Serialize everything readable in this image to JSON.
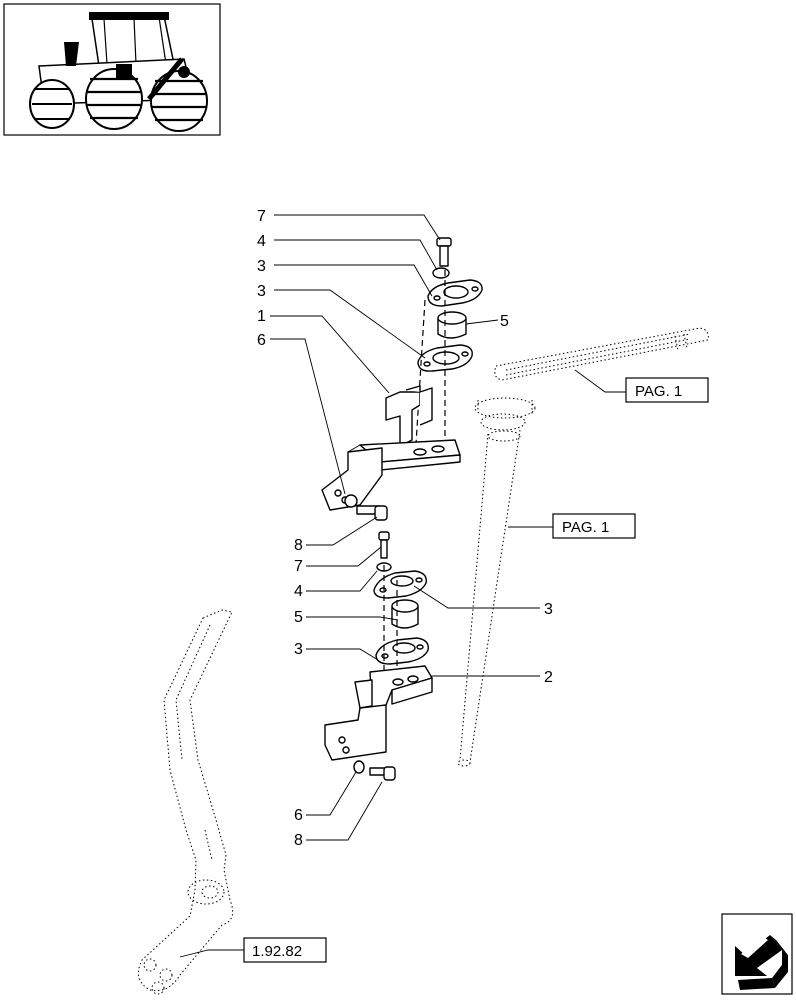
{
  "callouts": {
    "c7a": "7",
    "c4a": "4",
    "c3a": "3",
    "c3b": "3",
    "c1": "1",
    "c6a": "6",
    "c5a": "5",
    "c8a": "8",
    "c7b": "7",
    "c4b": "4",
    "c5b": "5",
    "c3c": "3",
    "c3d": "3",
    "c2": "2",
    "c6b": "6",
    "c8b": "8"
  },
  "refs": {
    "pag_rack": "PAG. 1",
    "pag_shaft": "PAG. 1",
    "section_ref": "1.92.82"
  },
  "icons": {
    "thumbnail": "tractor-thumbnail-icon",
    "nav": "next-page-arrow-icon"
  }
}
